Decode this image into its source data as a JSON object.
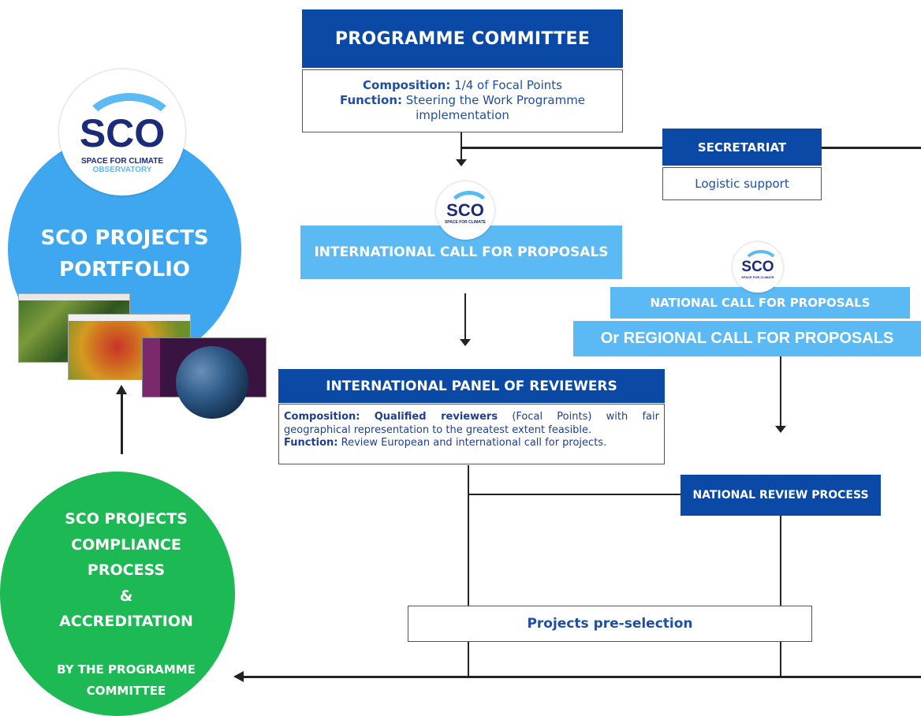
{
  "programme_committee": {
    "title": "PROGRAMME COMMITTEE",
    "composition_label": "Composition:",
    "composition_value": "1/4 of Focal Points",
    "function_label": "Function:",
    "function_value": "Steering the Work Programme implementation"
  },
  "secretariat": {
    "title": "SECRETARIAT",
    "subtitle": "Logistic support"
  },
  "international_call": {
    "title": "INTERNATIONAL CALL FOR PROPOSALS"
  },
  "national_call": {
    "title": "NATIONAL CALL FOR PROPOSALS",
    "regional_title": "Or REGIONAL CALL FOR PROPOSALS"
  },
  "panel_of_reviewers": {
    "title": "INTERNATIONAL PANEL OF REVIEWERS",
    "composition_label": "Composition:",
    "composition_bold": "Qualified reviewers",
    "composition_value": "(Focal Points) with fair geographical representation to the greatest extent feasible.",
    "function_label": "Function:",
    "function_value": "Review European and international call for projects."
  },
  "national_review": {
    "title": "NATIONAL REVIEW PROCESS"
  },
  "pre_selection": {
    "title": "Projects pre-selection"
  },
  "portfolio": {
    "line1": "SCO PROJECTS",
    "line2": "PORTFOLIO"
  },
  "compliance": {
    "line1": "SCO PROJECTS",
    "line2": "COMPLIANCE",
    "line3": "PROCESS",
    "line4": "&",
    "line5": "ACCREDITATION",
    "line6": "BY THE PROGRAMME",
    "line7": "COMMITTEE"
  },
  "logo": {
    "acronym": "SCO",
    "line1": "SPACE FOR CLIMATE",
    "line2": "OBSERVATORY"
  },
  "colors": {
    "dark_blue": "#0a4aa6",
    "light_blue": "#5bb9f4",
    "green": "#1db954",
    "navy": "#1c2a7a"
  }
}
